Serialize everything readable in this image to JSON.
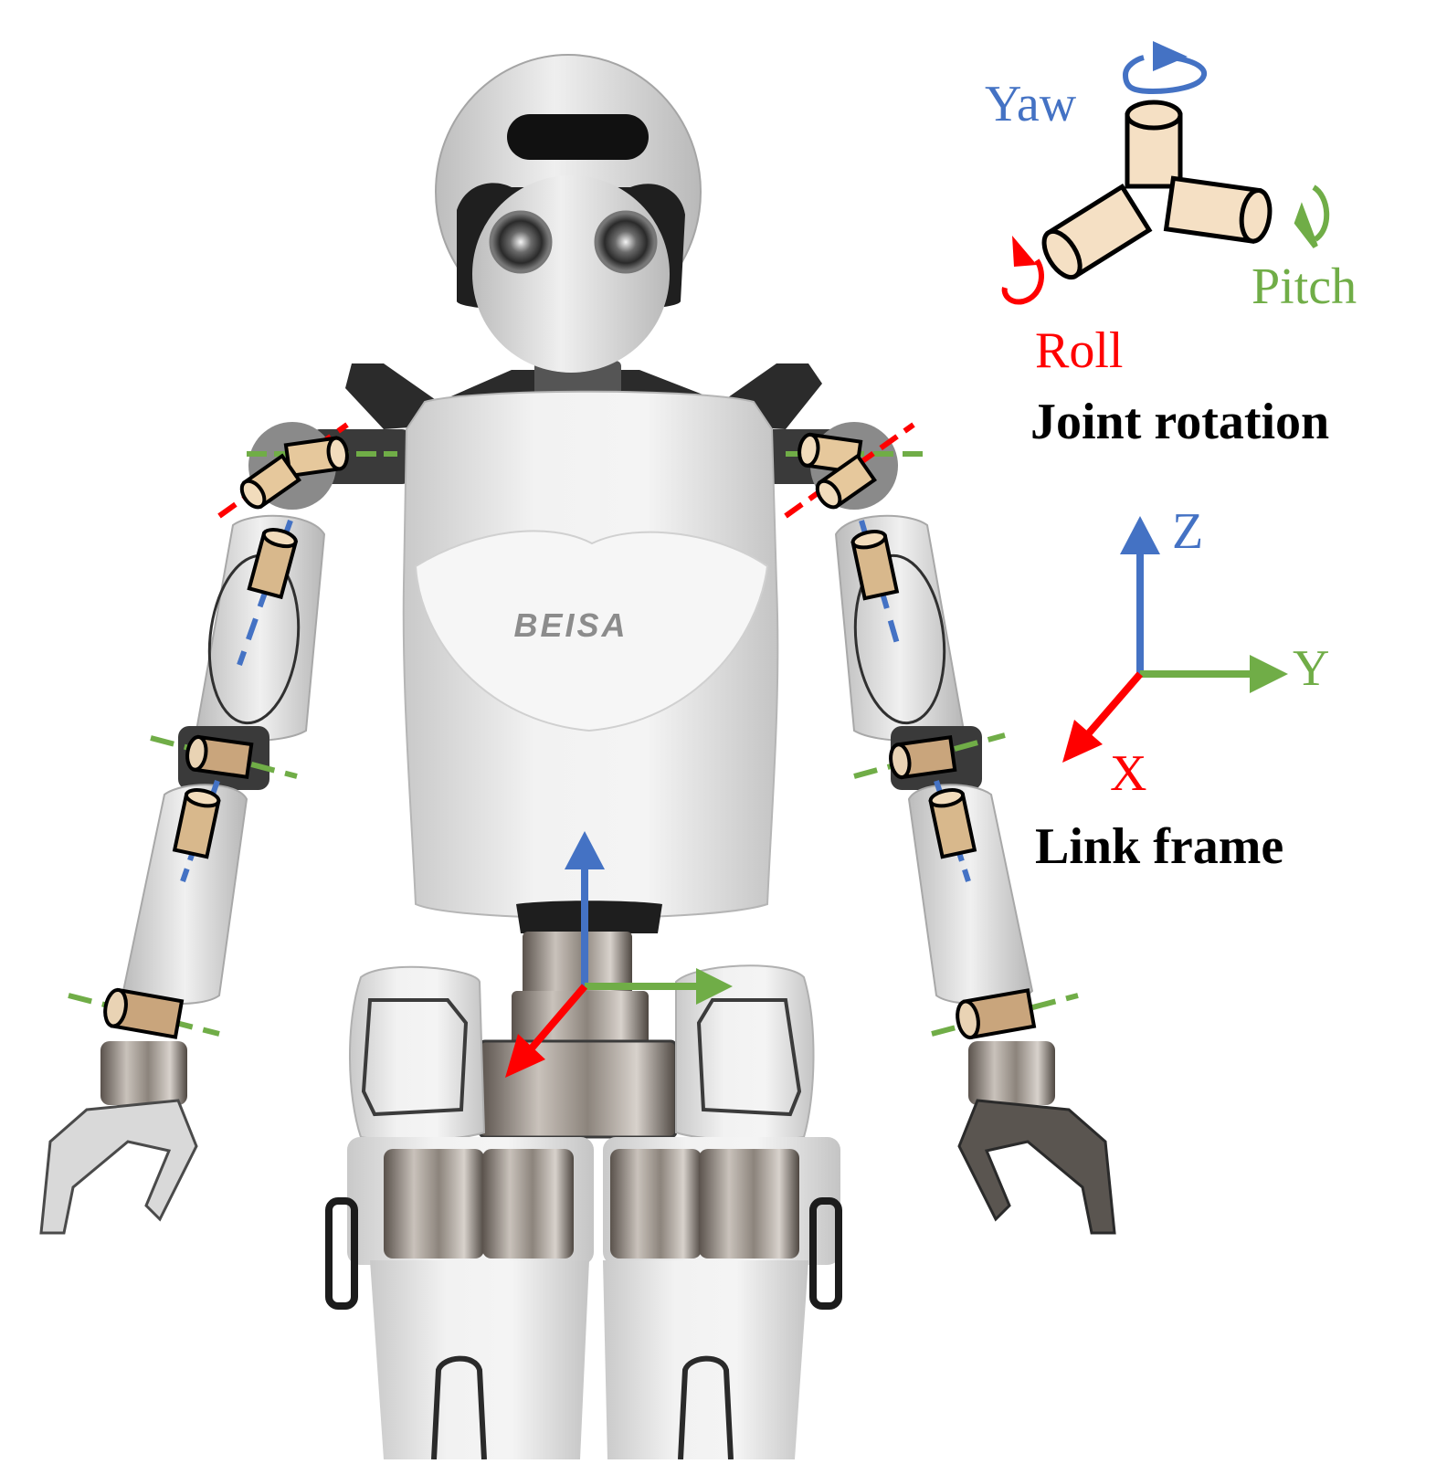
{
  "robot": {
    "brand": "BEISA"
  },
  "joint_legend": {
    "yaw_label": "Yaw",
    "pitch_label": "Pitch",
    "roll_label": "Roll",
    "caption": "Joint rotation"
  },
  "link_legend": {
    "z_label": "Z",
    "y_label": "Y",
    "x_label": "X",
    "caption": "Link frame"
  },
  "colors": {
    "yaw": "#4472c4",
    "pitch": "#70ad47",
    "roll": "#ff0000",
    "joint_fill": "#f5e0c4",
    "robot_body": "#e8e8e8",
    "robot_dark": "#2a2a2a"
  },
  "icons": [
    "rotation-arrow-icon",
    "cylinder-joint-icon",
    "axis-arrow-icon"
  ]
}
